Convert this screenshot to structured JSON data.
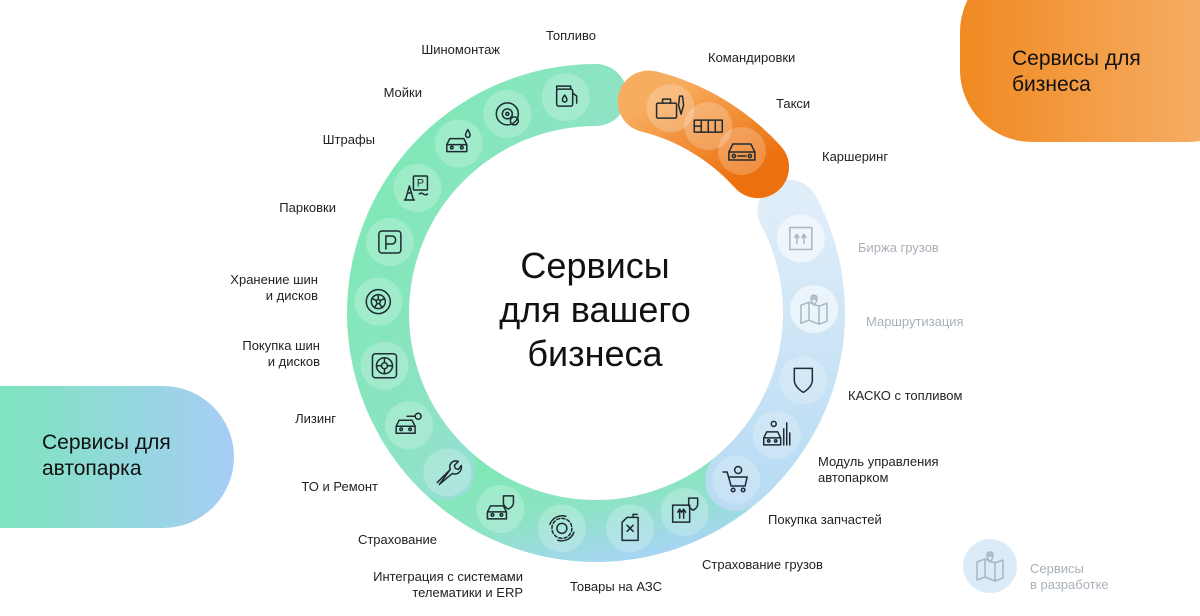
{
  "title": "Сервисы\nдля вашего\nбизнеса",
  "pill_business": "Сервисы для\nбизнеса",
  "pill_fleet": "Сервисы для\nавтопарка",
  "legend_dev": "Сервисы\nв разработке",
  "fleet_services": [
    {
      "label": "Топливо",
      "icon": "fuel-icon"
    },
    {
      "label": "Шиномонтаж",
      "icon": "tire-service-icon"
    },
    {
      "label": "Мойки",
      "icon": "car-wash-icon"
    },
    {
      "label": "Штрафы",
      "icon": "fines-icon"
    },
    {
      "label": "Парковки",
      "icon": "parking-icon"
    },
    {
      "label": "Хранение шин\nи дисков",
      "icon": "tire-storage-icon"
    },
    {
      "label": "Покупка шин\nи дисков",
      "icon": "tire-purchase-icon"
    },
    {
      "label": "Лизинг",
      "icon": "leasing-icon"
    },
    {
      "label": "ТО и Ремонт",
      "icon": "wrench-icon"
    },
    {
      "label": "Страхование",
      "icon": "car-insurance-icon"
    },
    {
      "label": "Интеграция с системами\nтелематики и ERP",
      "icon": "integration-gear-icon"
    },
    {
      "label": "Товары на АЗС",
      "icon": "canister-icon"
    },
    {
      "label": "Страхование грузов",
      "icon": "cargo-insurance-icon"
    },
    {
      "label": "Покупка запчастей",
      "icon": "cart-icon"
    },
    {
      "label": "Модуль управления\nавтопарком",
      "icon": "fleet-module-icon"
    },
    {
      "label": "КАСКО с топливом",
      "icon": "shield-icon"
    }
  ],
  "business_services": [
    {
      "label": "Командировки",
      "icon": "briefcase-icon"
    },
    {
      "label": "Такси",
      "icon": "taxi-icon"
    },
    {
      "label": "Каршеринг",
      "icon": "carsharing-icon"
    }
  ],
  "dev_services": [
    {
      "label": "Биржа грузов",
      "icon": "cargo-box-icon"
    },
    {
      "label": "Маршрутизация",
      "icon": "map-route-icon"
    }
  ],
  "colors": {
    "fleet_start": "#7de9b3",
    "fleet_end": "#9fd3f0",
    "business_start": "#f5a14d",
    "business_end": "#ee7512",
    "dev_band": "#dbeaf8",
    "icon_stroke": "#1f2a33"
  }
}
